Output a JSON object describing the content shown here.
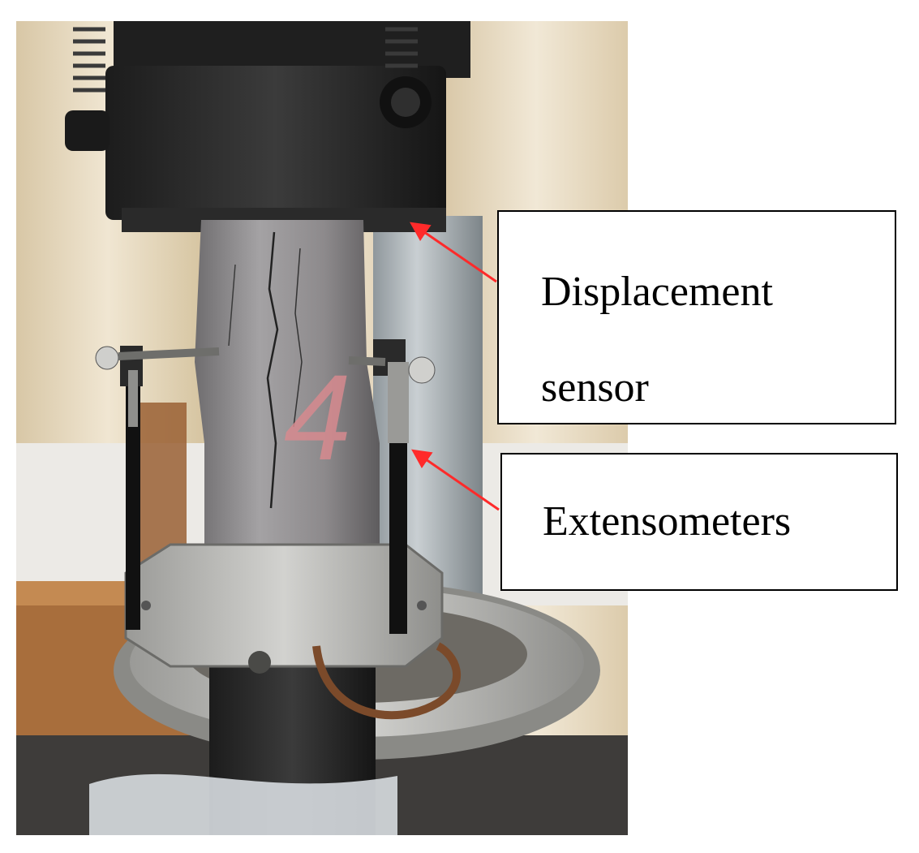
{
  "labels": {
    "displacement_line1": "Displacement",
    "displacement_line2": "sensor",
    "extensometers": "Extensometers"
  },
  "colors": {
    "arrow": "#ff2a2a",
    "curtain": "#e8dcc4",
    "machine_dark": "#2b2b2b",
    "specimen": "#8d8a8c",
    "metal": "#b9b9b6",
    "table": "#b57a45"
  },
  "specimen_mark": "4"
}
